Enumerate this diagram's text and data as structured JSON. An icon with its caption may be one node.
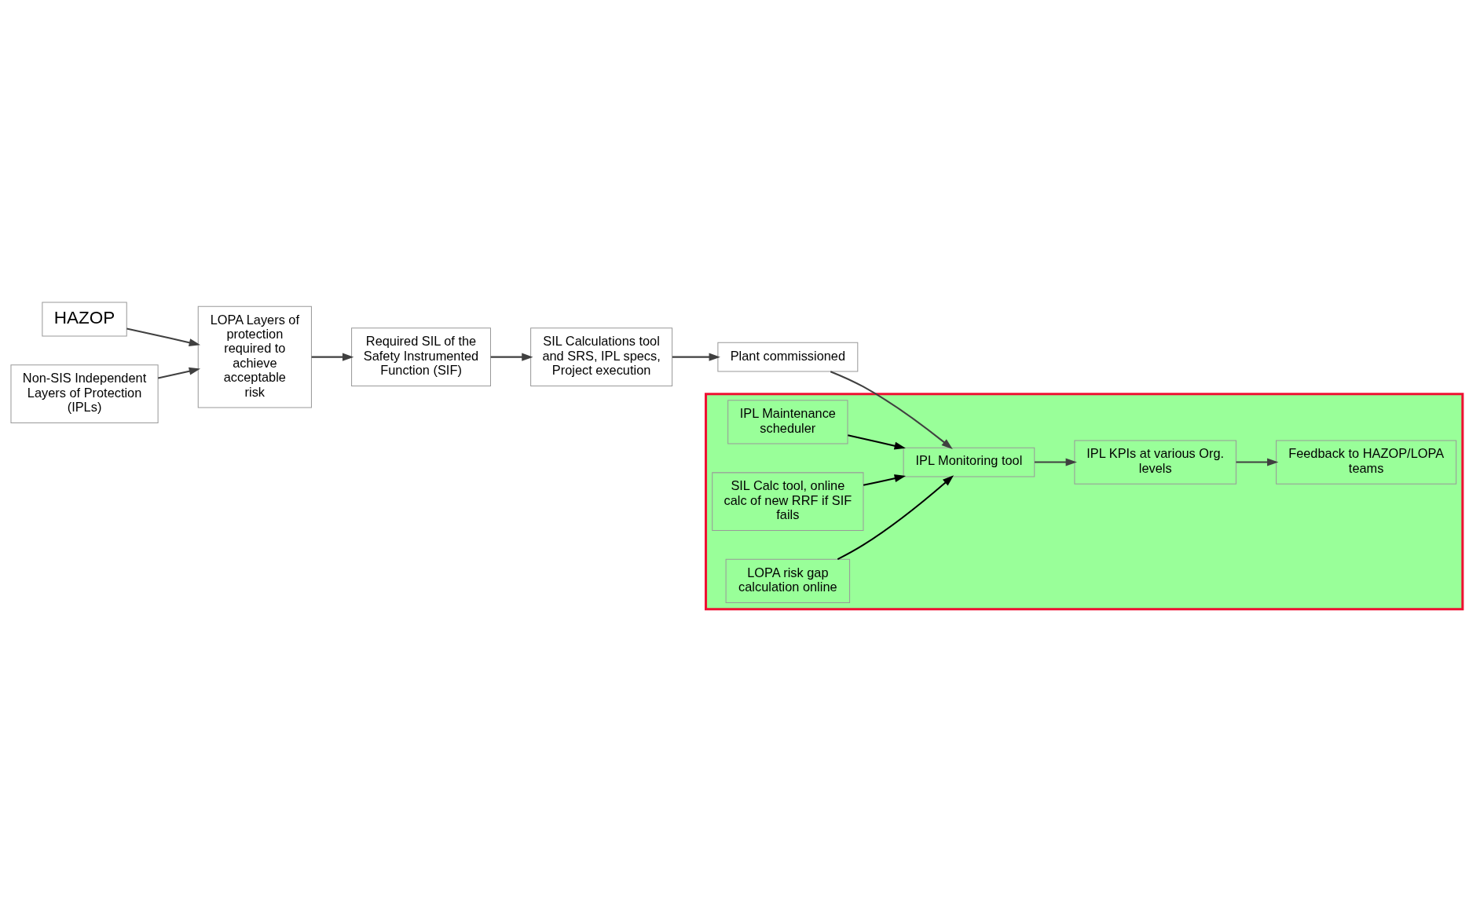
{
  "diagram": {
    "nodes": [
      {
        "text": [
          "HAZOP"
        ]
      },
      {
        "text": [
          "LOPA Layers of protection required to achieve acceptable risk"
        ]
      },
      {
        "text": [
          "Required SIL of the Safety Instrumented Function (SIF)"
        ]
      },
      {
        "text": [
          "SIL Calculations tool and SRS, IPL specs, Project execution"
        ]
      },
      {
        "text": [
          "Non-SIS Independent Layers of Protection (IPLs)"
        ]
      },
      {
        "text": [
          "Plant commissioned"
        ]
      },
      {
        "text": [],
        "shape": "box"
      },
      {
        "text": [
          "IPL Maintenance scheduler"
        ],
        "in": 6
      },
      {
        "text": [
          "SIL Calc tool, online calc of new RRF if SIF fails"
        ],
        "in": 6
      },
      {
        "text": [
          "LOPA risk gap calculation online"
        ],
        "in": 6
      },
      {
        "text": [
          "IPL Monitoring tool"
        ],
        "in": 6
      },
      {
        "text": [
          "IPL KPIs at various Org. levels"
        ],
        "in": 6
      },
      {
        "text": [
          "Feedback to HAZOP/LOPA teams"
        ],
        "in": 6
      }
    ],
    "edges": [
      {
        "from": 0,
        "to": 1,
        "arrow": "to"
      },
      {
        "from": 1,
        "to": 2,
        "arrow": "to"
      },
      {
        "from": 2,
        "to": 3,
        "arrow": "to"
      },
      {
        "from": 4,
        "to": 1,
        "arrow": "to"
      },
      {
        "from": 3,
        "to": 5,
        "arrow": "to"
      },
      {
        "from": 5,
        "to": 10,
        "arrow": "to"
      },
      {
        "from": 7,
        "to": 10,
        "arrow": "to",
        "color": "#000000"
      },
      {
        "from": 8,
        "to": 10,
        "arrow": "to",
        "color": "#000000"
      },
      {
        "from": 9,
        "to": 10,
        "arrow": "to",
        "color": "#000000"
      },
      {
        "from": 10,
        "to": 11,
        "arrow": "to"
      },
      {
        "from": 11,
        "to": 12,
        "arrow": "to"
      }
    ]
  }
}
